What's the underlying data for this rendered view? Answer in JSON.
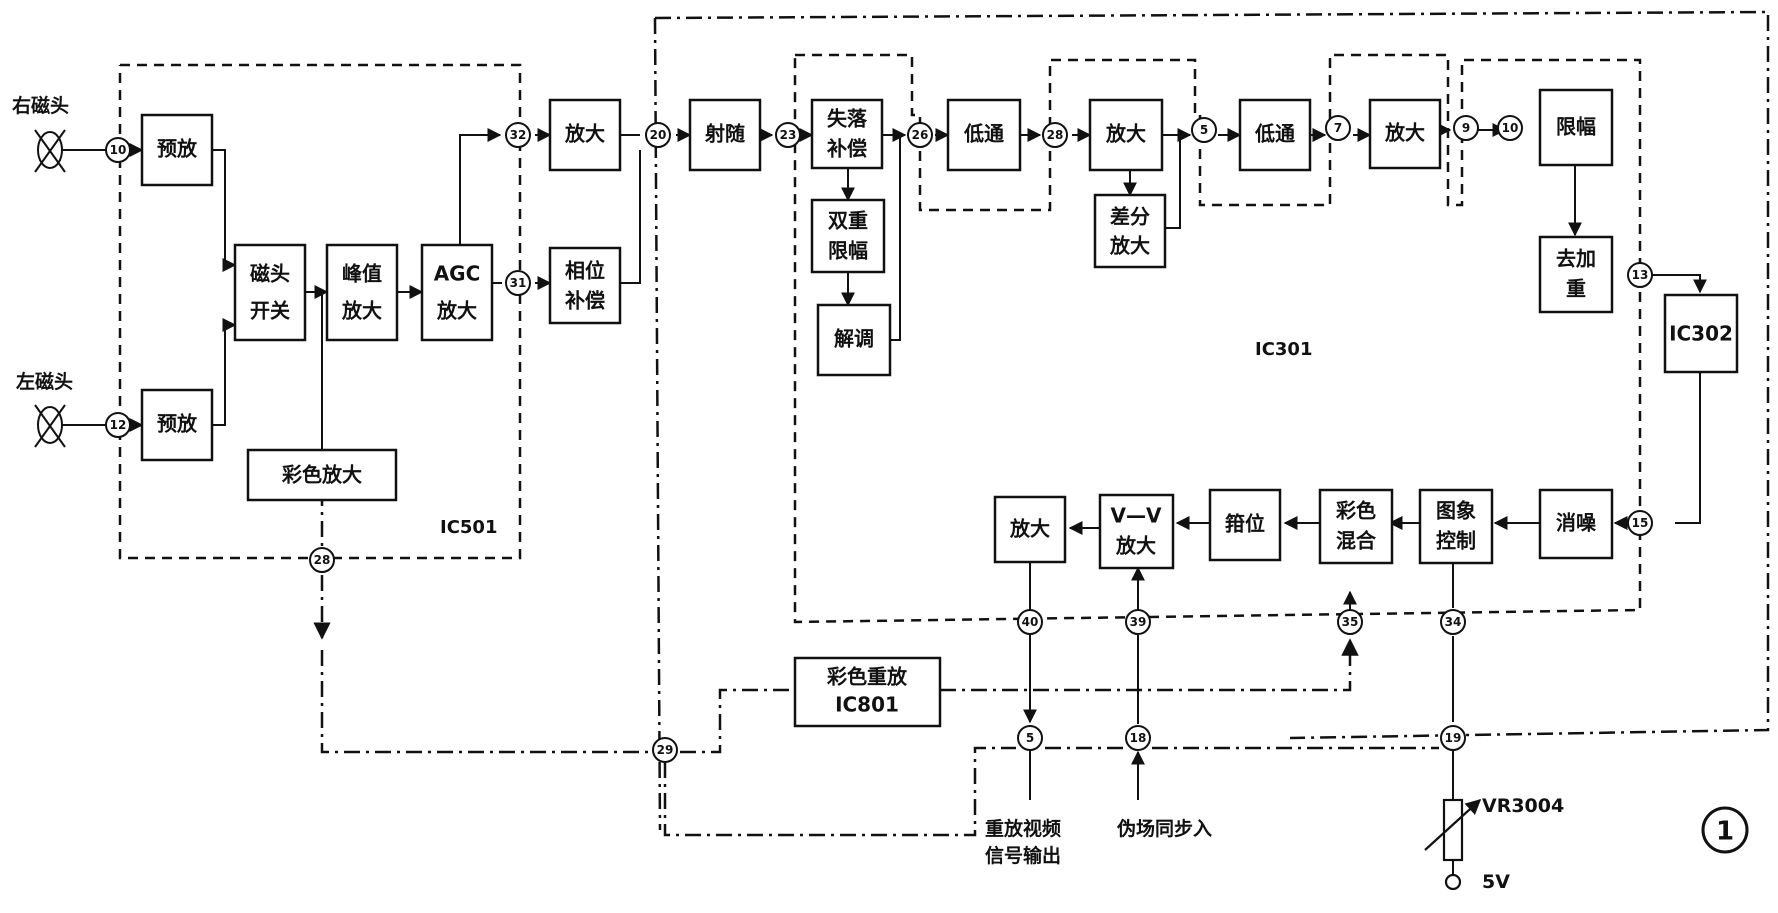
{
  "heads": {
    "right": "右磁头",
    "left": "左磁头"
  },
  "ic_labels": {
    "ic501": "IC501",
    "ic301": "IC301"
  },
  "blocks": {
    "preamp_r": "预放",
    "preamp_l": "预放",
    "head_switch": [
      "磁头",
      "开关"
    ],
    "peak_amp": [
      "峰值",
      "放大"
    ],
    "agc_amp": [
      "AGC",
      "放大"
    ],
    "color_amp": "彩色放大",
    "amp_top": "放大",
    "phase_comp": [
      "相位",
      "补偿"
    ],
    "emitter_follower": "射随",
    "dropout_comp": [
      "失落",
      "补偿"
    ],
    "double_limit": [
      "双重",
      "限幅"
    ],
    "demod": "解调",
    "lowpass1": "低通",
    "amp_mid": "放大",
    "diff_amp": [
      "差分",
      "放大"
    ],
    "lowpass2": "低通",
    "amp_right": "放大",
    "limiter": "限幅",
    "deemphasis": [
      "去加",
      "重"
    ],
    "ic302": "IC302",
    "noise_cancel": "消噪",
    "picture_ctrl": [
      "图象",
      "控制"
    ],
    "color_mix": [
      "彩色",
      "混合"
    ],
    "clamp": "箝位",
    "vv_amp": [
      "V—V",
      "放大"
    ],
    "amp_out": "放大",
    "color_playback": [
      "彩色重放",
      "IC801"
    ],
    "vr": "VR3004"
  },
  "pins": [
    "10",
    "12",
    "32",
    "31",
    "28",
    "20",
    "23",
    "26",
    "28",
    "5",
    "7",
    "9",
    "10",
    "13",
    "15",
    "34",
    "35",
    "39",
    "40",
    "29",
    "5",
    "18",
    "19"
  ],
  "outputs": {
    "video_out": [
      "重放视频",
      "信号输出"
    ],
    "pseudo_sync": "伪场同步入",
    "supply": "5V",
    "figure_number": "1"
  }
}
